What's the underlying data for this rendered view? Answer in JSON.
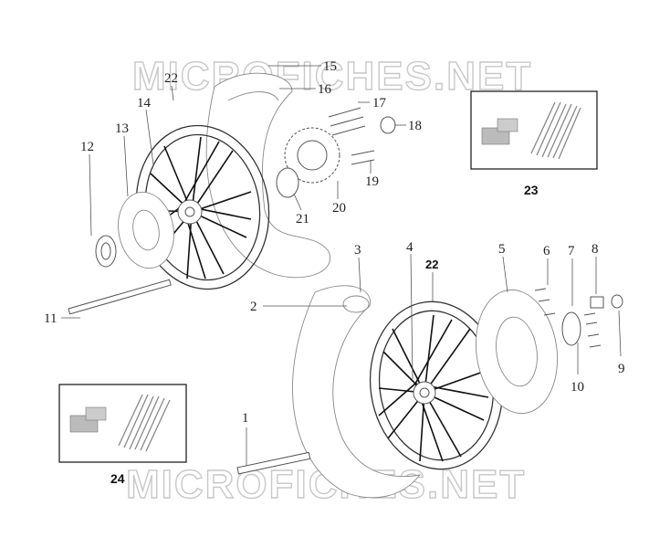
{
  "watermark": {
    "top": "MICROFICHES.NET",
    "bottom": "MICROFICHES.NET"
  },
  "callouts": [
    {
      "id": "1",
      "label": "1"
    },
    {
      "id": "2",
      "label": "2"
    },
    {
      "id": "3",
      "label": "3"
    },
    {
      "id": "4",
      "label": "4"
    },
    {
      "id": "5",
      "label": "5"
    },
    {
      "id": "6",
      "label": "6"
    },
    {
      "id": "7",
      "label": "7"
    },
    {
      "id": "8",
      "label": "8"
    },
    {
      "id": "9",
      "label": "9"
    },
    {
      "id": "10",
      "label": "10"
    },
    {
      "id": "11",
      "label": "11"
    },
    {
      "id": "12",
      "label": "12"
    },
    {
      "id": "13",
      "label": "13"
    },
    {
      "id": "14",
      "label": "14"
    },
    {
      "id": "15",
      "label": "15"
    },
    {
      "id": "16",
      "label": "16"
    },
    {
      "id": "17",
      "label": "17"
    },
    {
      "id": "18",
      "label": "18"
    },
    {
      "id": "19",
      "label": "19"
    },
    {
      "id": "20",
      "label": "20"
    },
    {
      "id": "21",
      "label": "21"
    },
    {
      "id": "22a",
      "label": "22"
    },
    {
      "id": "22b",
      "label": "22"
    }
  ],
  "kits": [
    {
      "id": "23",
      "label": "23"
    },
    {
      "id": "24",
      "label": "24"
    }
  ]
}
